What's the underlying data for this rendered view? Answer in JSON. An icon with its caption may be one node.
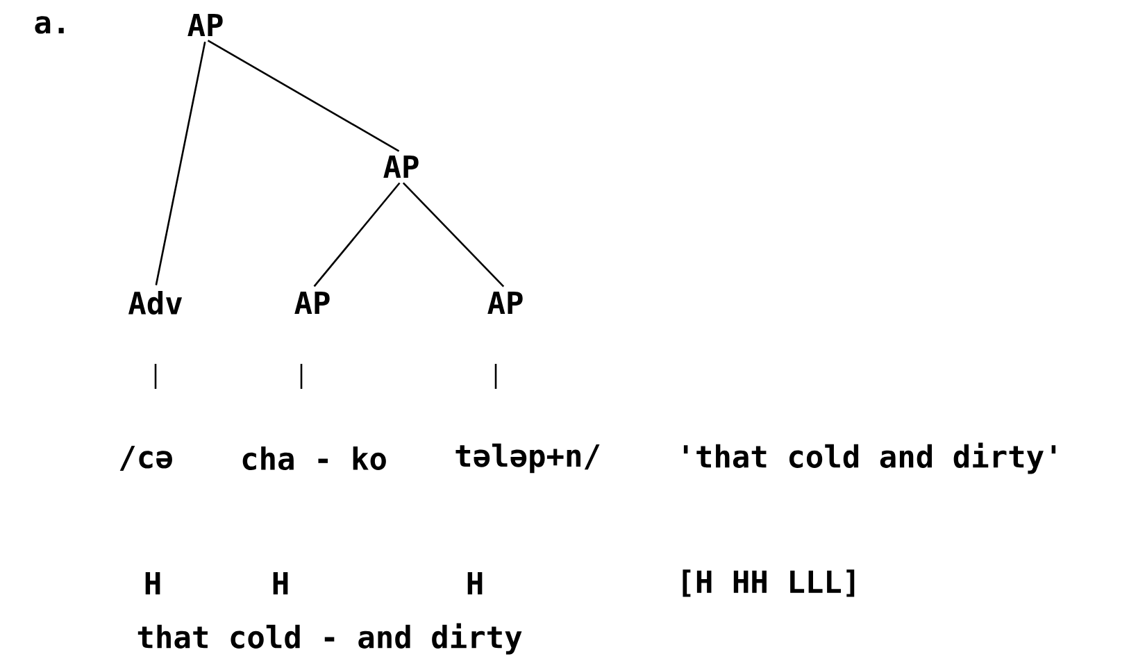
{
  "diagram": {
    "nodes": [
      {
        "text": [
          "AP"
        ]
      },
      {
        "text": [
          "AP"
        ]
      },
      {
        "text": [
          "Adv"
        ]
      },
      {
        "text": [
          "AP"
        ]
      },
      {
        "text": [
          "AP"
        ]
      },
      {
        "text": [
          "/cə"
        ]
      },
      {
        "text": [
          "cha - ko"
        ]
      },
      {
        "text": [
          "təlәp+n/"
        ]
      }
    ],
    "edges": [
      {
        "from": 0,
        "to": 2,
        "arrow": "none"
      },
      {
        "from": 0,
        "to": 1,
        "arrow": "none"
      },
      {
        "from": 1,
        "to": 3,
        "arrow": "none"
      },
      {
        "from": 1,
        "to": 4,
        "arrow": "none"
      }
    ],
    "labels": [
      "a.",
      "'that cold and dirty'",
      "H",
      "H",
      "H",
      "[H HH LLL]",
      "that cold - and dirty"
    ]
  }
}
